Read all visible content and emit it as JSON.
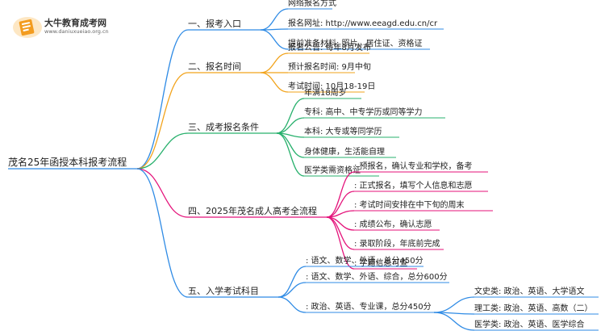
{
  "logo": {
    "title": "大牛教育成考网",
    "url": "www.daniuxueiao.org.cn"
  },
  "colors": {
    "b1": "#2f8be5",
    "b2": "#f2a31b",
    "b3": "#27b06c",
    "b4": "#e4127a",
    "b5": "#2f8be5",
    "logo_orange": "#f39c1f"
  },
  "mindmap": {
    "root": "茂名25年函授本科报考流程",
    "branches": [
      {
        "label": "一、报考入口",
        "leaves": [
          "网络报名方式",
          "报名网址: http://www.eeagd.edu.cn/cr",
          "提前准备材料: 照片、居住证、资格证"
        ]
      },
      {
        "label": "二、报名时间",
        "leaves": [
          "报名公告: 每年8月发布",
          "预计报名时间: 9月中旬",
          "考试时间: 10月18-19日"
        ]
      },
      {
        "label": "三、成考报名条件",
        "leaves": [
          "年满18周岁",
          "专科: 高中、中专学历或同等学力",
          "本科: 大专或等同学历",
          "身体健康，生活能自理",
          "医学类需资格证"
        ]
      },
      {
        "label": "四、2025年茂名成人高考全流程",
        "leaves": [
          ": 预报名，确认专业和学校，备考",
          ": 正式报名，填写个人信息和志愿",
          ": 考试时间安排在中下旬的周末",
          ": 成绩公布，确认志愿",
          ": 录取阶段，年底前完成",
          ": 学籍信息可查"
        ]
      },
      {
        "label": "五、入学考试科目",
        "leaves": [
          ": 语文、数学、外语，总分450分",
          ": 语文、数学、外语、综合，总分600分",
          ": 政治、英语、专业课，总分450分"
        ],
        "sub_leaves": [
          "文史类: 政治、英语、大学语文",
          "理工类: 政治、英语、高数（二）",
          "医学类: 政治、英语、医学综合"
        ]
      }
    ]
  }
}
